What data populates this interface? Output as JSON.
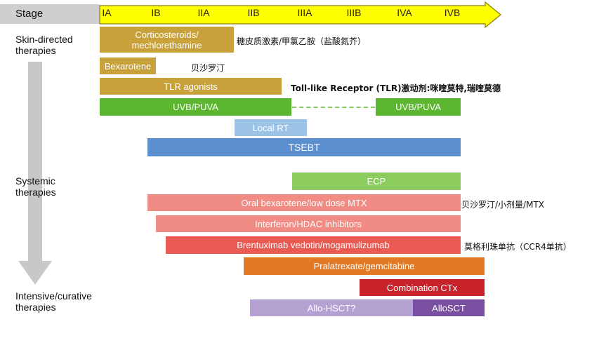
{
  "stage": {
    "label": "Stage",
    "ticks": [
      "IA",
      "IB",
      "IIA",
      "IIB",
      "IIIA",
      "IIIB",
      "IVA",
      "IVB"
    ]
  },
  "side_labels": {
    "skin": "Skin-directed\ntherapies",
    "systemic": "Systemic\ntherapies",
    "intensive": "Intensive/curative\ntherapies"
  },
  "bars": {
    "corticosteroids": "Corticosteroids/\nmechlorethamine",
    "bexarotene": "Bexarotene",
    "tlr": "TLR agonists",
    "uvb_left": "UVB/PUVA",
    "uvb_right": "UVB/PUVA",
    "local_rt": "Local RT",
    "tsebt": "TSEBT",
    "ecp": "ECP",
    "oral_bex": "Oral bexarotene/low dose MTX",
    "interferon": "Interferon/HDAC inhibitors",
    "brentuximab": "Brentuximab vedotin/mogamulizumab",
    "pralatrexate": "Pralatrexate/gemcitabine",
    "combination": "Combination CTx",
    "allo_hsct": "Allo-HSCT?",
    "alloSCT": "AlloSCT"
  },
  "notes": {
    "corticosteroids": "糖皮质激素/甲氯乙胺（盐酸氮芥）",
    "bexarotene": "贝沙罗汀",
    "tlr": "Toll-like Receptor (TLR)激动剂:咪喹莫特,瑞喹莫德",
    "oral_bex": "贝沙罗汀/小剂量/MTX",
    "brentuximab": "莫格利珠单抗（CCR4单抗）"
  },
  "colors": {
    "stage_arrow": "#ffff00",
    "stage_arrow_border": "#8a7a10",
    "stage_label_bg": "#cfcfcf",
    "skin_gold": "#c9a13a",
    "uvb_green": "#5cb630",
    "local_rt_blue": "#9cc3e6",
    "tsebt_blue": "#5b8fd0",
    "ecp_green": "#8ccb5e",
    "salmon": "#f08c84",
    "brentuximab_red": "#e95a52",
    "orange": "#e27a25",
    "dark_red": "#c8222a",
    "lavender": "#b4a2d2",
    "purple": "#7a4ea0",
    "left_arrow_gray": "#c8c8c8"
  }
}
